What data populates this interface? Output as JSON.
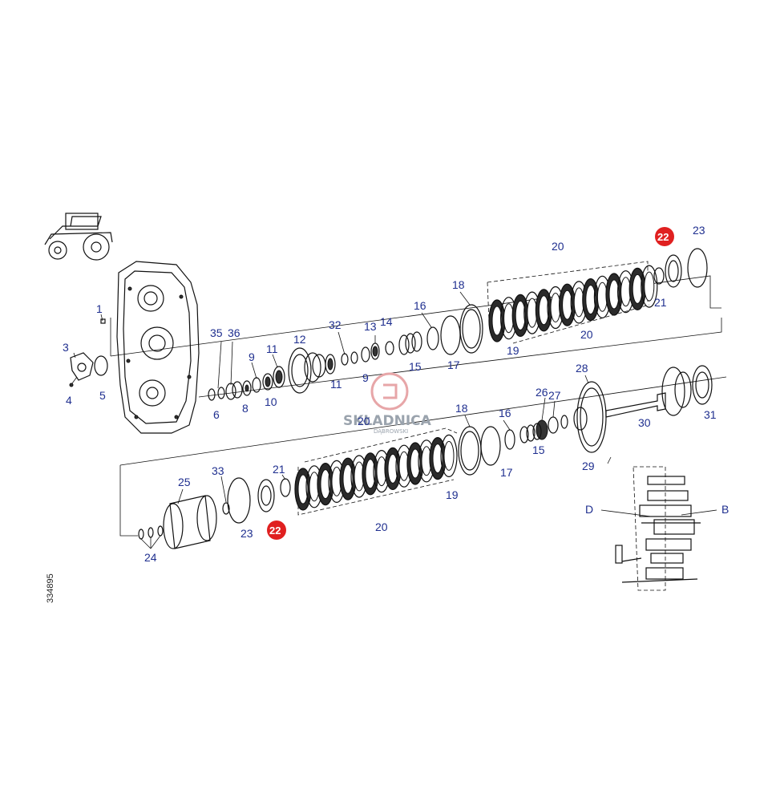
{
  "diagram_code": "334895",
  "watermark": {
    "name": "SKŁADNICA",
    "sub": "DĄBROWSKI"
  },
  "callouts": {
    "c1": "1",
    "c3": "3",
    "c4": "4",
    "c5": "5",
    "c6": "6",
    "c35": "35",
    "c36": "36",
    "c8": "8",
    "c9a": "9",
    "c10": "10",
    "c11a": "11",
    "c12": "12",
    "c11b": "11",
    "c32": "32",
    "c13": "13",
    "c14": "14",
    "c9b": "9",
    "c15a": "15",
    "c16a": "16",
    "c17a": "17",
    "c18a": "18",
    "c19a": "19",
    "c20a": "20",
    "c20b": "20",
    "c22a": "22",
    "c23a": "23",
    "c21a": "21",
    "c28": "28",
    "c26": "26",
    "c27": "27",
    "c30": "30",
    "c31": "31",
    "c29": "29",
    "c16b": "16",
    "c15b": "15",
    "c17b": "17",
    "c18b": "18",
    "c19b": "19",
    "c20c": "20",
    "c20d": "20",
    "c21b": "21",
    "c22b": "22",
    "c23b": "23",
    "c33": "33",
    "c25": "25",
    "c24": "24"
  },
  "inset_labels": {
    "d": "D",
    "b": "B"
  }
}
